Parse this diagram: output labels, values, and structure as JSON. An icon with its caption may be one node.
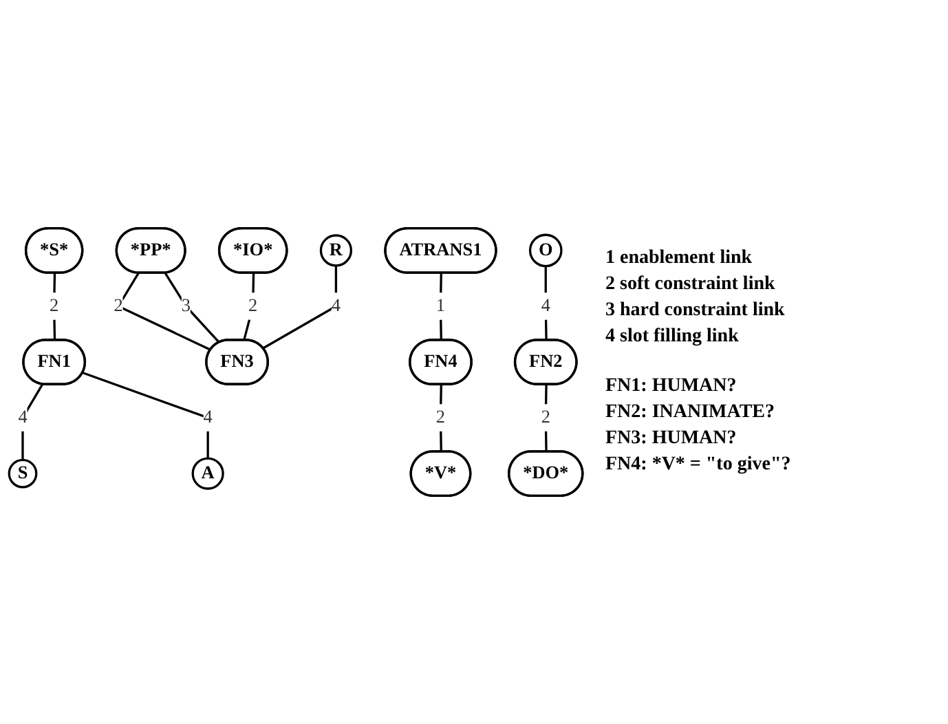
{
  "diagram": {
    "nodes": [
      {
        "text": [
          "*S*"
        ]
      },
      {
        "text": [
          "*PP*"
        ]
      },
      {
        "text": [
          "*IO*"
        ]
      },
      {
        "text": [
          "FN1"
        ]
      },
      {
        "text": [
          "FN3"
        ]
      },
      {
        "text": [
          "S"
        ]
      },
      {
        "text": [
          "A"
        ]
      },
      {
        "text": [
          "ATRANS1"
        ]
      },
      {
        "text": [
          "R"
        ]
      },
      {
        "text": [
          "O"
        ]
      },
      {
        "text": [
          "FN4"
        ]
      },
      {
        "text": [
          "FN2"
        ]
      },
      {
        "text": [
          "*V*"
        ]
      },
      {
        "text": [
          "*DO*"
        ]
      }
    ],
    "edges": [
      {
        "from": 0,
        "to": 3,
        "arrow": "none",
        "label": "2"
      },
      {
        "from": 1,
        "to": 4,
        "arrow": "none",
        "label": "2"
      },
      {
        "from": 1,
        "to": 4,
        "arrow": "none",
        "label": "3"
      },
      {
        "from": 2,
        "to": 4,
        "arrow": "none",
        "label": "2"
      },
      {
        "from": 3,
        "to": 5,
        "arrow": "none",
        "label": "4"
      },
      {
        "from": 3,
        "to": 6,
        "arrow": "none",
        "label": "4"
      },
      {
        "from": 8,
        "to": 4,
        "arrow": "none",
        "label": "4"
      },
      {
        "from": 7,
        "to": 10,
        "arrow": "none",
        "label": "1"
      },
      {
        "from": 9,
        "to": 11,
        "arrow": "none",
        "label": "4"
      },
      {
        "from": 10,
        "to": 12,
        "arrow": "none",
        "label": "2"
      },
      {
        "from": 11,
        "to": 13,
        "arrow": "none",
        "label": "2"
      }
    ],
    "labels": [
      "1 enablement link",
      "2 soft constraint link",
      "3 hard constraint link",
      "4 slot filling link",
      "FN1: HUMAN?",
      "FN2: INANIMATE?",
      "FN3: HUMAN?",
      "FN4: *V* = \"to give\"?"
    ]
  }
}
